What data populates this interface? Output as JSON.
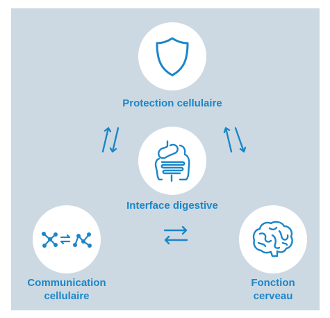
{
  "colors": {
    "background": "#cdd9e2",
    "accent": "#1a86c9",
    "circle": "#ffffff"
  },
  "nodes": {
    "top": {
      "label": "Protection cellulaire",
      "icon": "shield-icon"
    },
    "center": {
      "label": "Interface digestive",
      "icon": "intestine-icon"
    },
    "left": {
      "label_line1": "Communication",
      "label_line2": "cellulaire",
      "icon": "cell-network-icon"
    },
    "right": {
      "label_line1": "Fonction",
      "label_line2": "cerveau",
      "icon": "brain-icon"
    }
  },
  "arrows": [
    "bidirectional-arrows-left",
    "bidirectional-arrows-right",
    "bidirectional-arrows-bottom"
  ]
}
